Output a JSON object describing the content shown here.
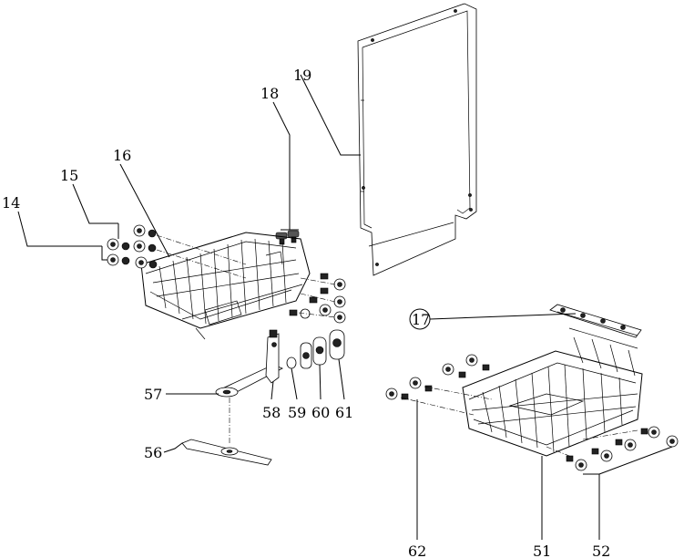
{
  "labels": {
    "l14": "14",
    "l15": "15",
    "l16": "16",
    "l17": "17",
    "l18": "18",
    "l19": "19",
    "l51": "51",
    "l52": "52",
    "l56": "56",
    "l57": "57",
    "l58": "58",
    "l59": "59",
    "l60": "60",
    "l61": "61",
    "l62": "62"
  }
}
